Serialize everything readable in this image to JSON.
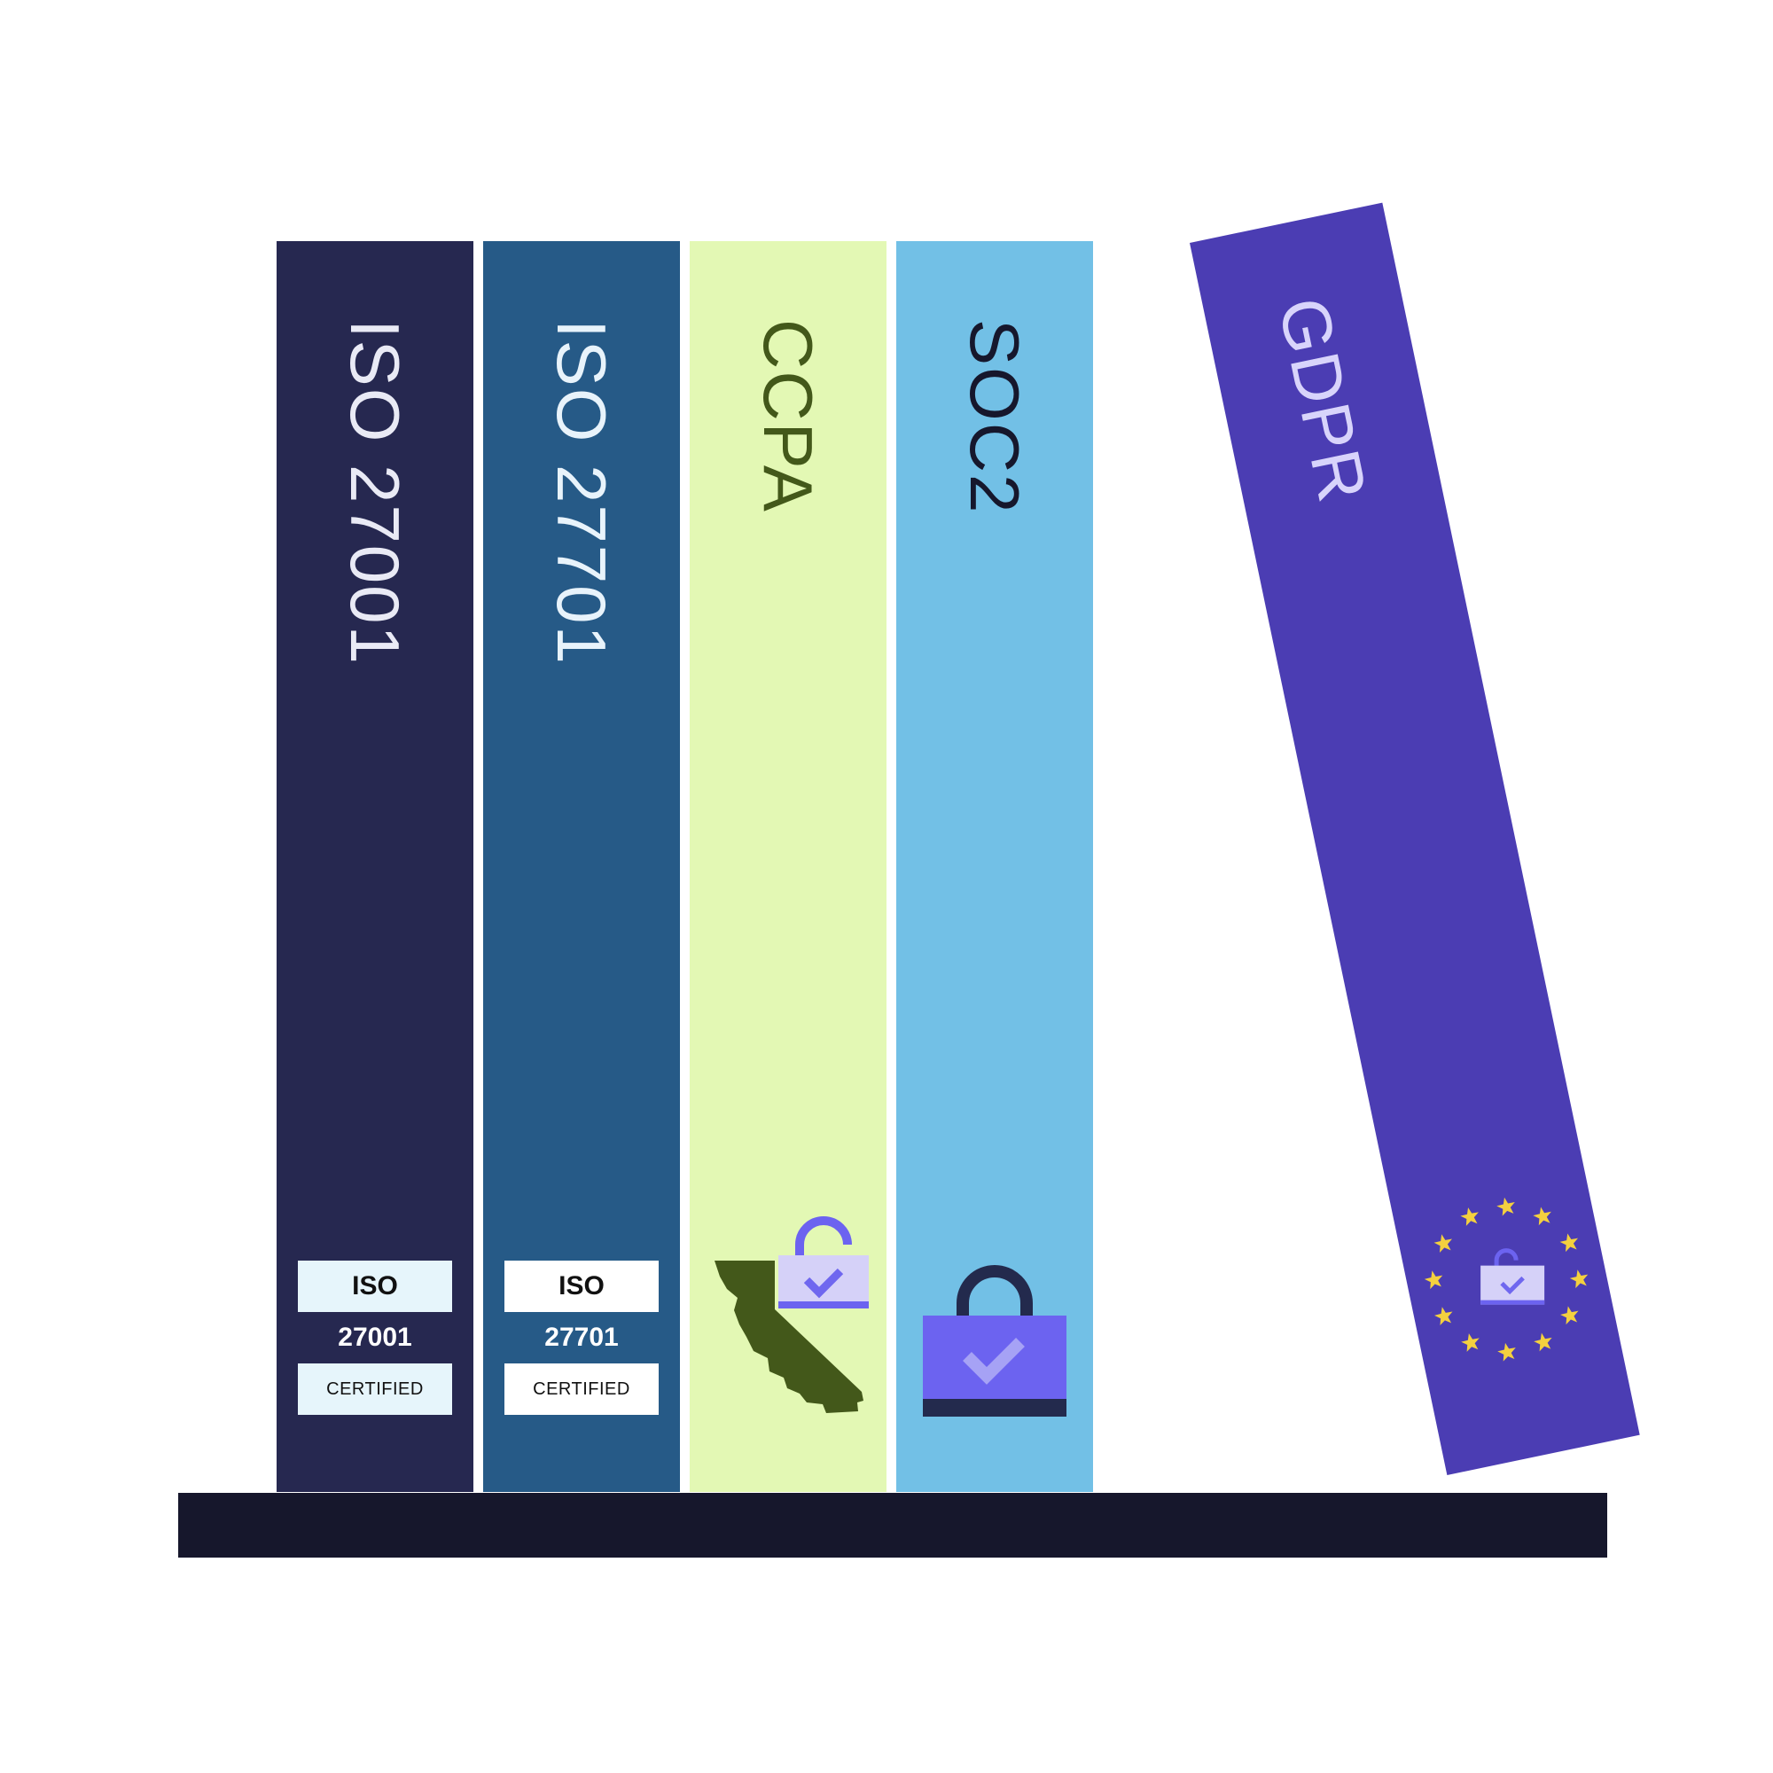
{
  "colors": {
    "background": "#ffffff",
    "shelf": "#16172c",
    "badge_light": "#e6f5fb",
    "badge_white": "#ffffff",
    "lock_body": "#6c63f0",
    "lock_check": "#a6a2f5",
    "lock_shackle_dark": "#232a4d",
    "lock_light_body": "#d5d1f8",
    "lock_light_check": "#6f67ef",
    "california": "#43581a",
    "eu_star": "#f4d03f"
  },
  "books": [
    {
      "id": "iso-27001",
      "title": "ISO 27001",
      "color": "#262850",
      "title_color": "#e9eaf5",
      "badge": {
        "top": "ISO",
        "number": "27001",
        "bottom": "CERTIFIED",
        "box_color": "#e6f5fb",
        "number_color": "#ffffff"
      }
    },
    {
      "id": "iso-27701",
      "title": "ISO 27701",
      "color": "#265a87",
      "title_color": "#e8f3fb",
      "badge": {
        "top": "ISO",
        "number": "27701",
        "bottom": "CERTIFIED",
        "box_color": "#ffffff",
        "number_color": "#ffffff"
      }
    },
    {
      "id": "ccpa",
      "title": "CCPA",
      "color": "#e3f8b4",
      "title_color": "#43581a",
      "icon": "california-lock-icon"
    },
    {
      "id": "soc2",
      "title": "SOC2",
      "color": "#72c0e6",
      "title_color": "#16172c",
      "icon": "padlock-check-icon"
    },
    {
      "id": "gdpr",
      "title": "GDPR",
      "color": "#4b3db3",
      "title_color": "#d8d4fb",
      "icon": "eu-stars-lock-icon"
    }
  ]
}
